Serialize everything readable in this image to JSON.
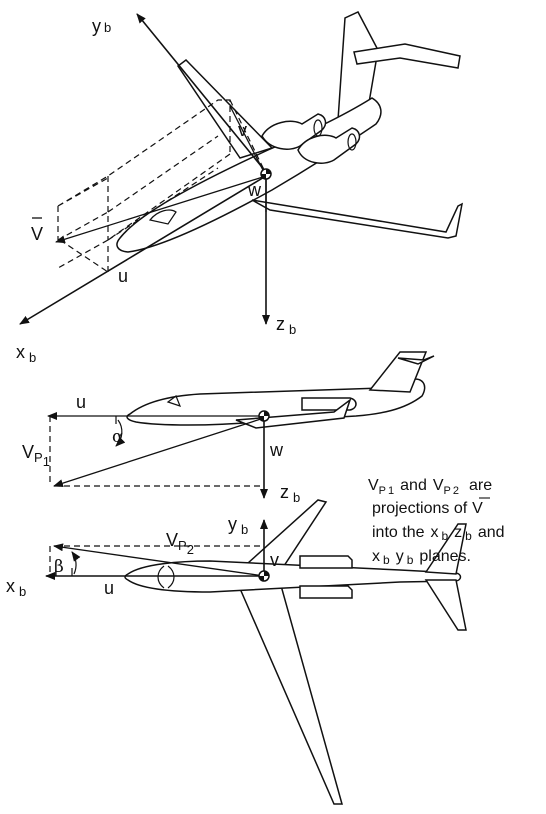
{
  "iso_view": {
    "y_axis": {
      "main": "y",
      "sub": "b"
    },
    "z_axis": {
      "main": "z",
      "sub": "b"
    },
    "x_axis": {
      "main": "x",
      "sub": "b"
    },
    "velocity_label": "V",
    "u_label": "u",
    "v_label": "v",
    "w_label": "w"
  },
  "side_view": {
    "u_label": "u",
    "alpha_label": "α",
    "w_label": "w",
    "vp1": {
      "main": "V",
      "sub1": "P",
      "sub2": "1"
    },
    "z_axis": {
      "main": "z",
      "sub": "b"
    }
  },
  "top_view": {
    "y_axis": {
      "main": "y",
      "sub": "b"
    },
    "x_axis": {
      "main": "x",
      "sub": "b"
    },
    "v_label": "v",
    "u_label": "u",
    "beta_label": "β",
    "vp2": {
      "main": "V",
      "sub1": "P",
      "sub2": "2"
    }
  },
  "note": {
    "line1": {
      "v1": "V",
      "p1": "P",
      "n1": "1",
      "and": "and",
      "v2": "V",
      "p2": "P",
      "n2": "2",
      "are": "are"
    },
    "line2": {
      "text": "projections of",
      "vbar": "V"
    },
    "line3": {
      "text": "into the",
      "x": "x",
      "xb": "b",
      "z": "z",
      "zb": "b",
      "and": "and"
    },
    "line4": {
      "x": "x",
      "xb": "b",
      "y": "y",
      "yb": "b",
      "text": "planes."
    }
  }
}
